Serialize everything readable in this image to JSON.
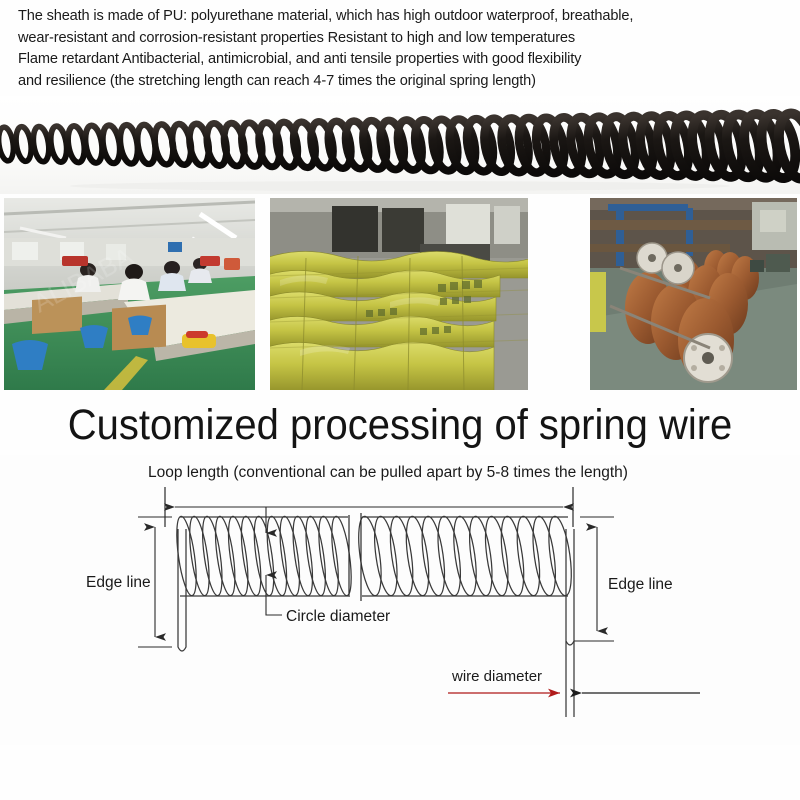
{
  "description": {
    "lines": [
      "The sheath is made of PU: polyurethane material, which has high outdoor waterproof, breathable,",
      "wear-resistant and corrosion-resistant properties Resistant to high and low temperatures",
      "Flame retardant Antibacterial, antimicrobial, and anti tensile properties with good flexibility",
      "and resilience (the stretching length can reach 4-7 times the original spring length)"
    ]
  },
  "hero_image": {
    "name": "coiled-spring-wire-photo",
    "alt": "Black PU coiled spring wire stretched horizontally",
    "wire_color": "#1a1613",
    "background_color": "#fbfbfa"
  },
  "photos": [
    {
      "name": "factory-workshop-photo",
      "alt": "Factory assembly workshop with workers at benches and green epoxy floor",
      "palette": {
        "floor": "#3f8a56",
        "ceiling": "#d8d9d4",
        "bench": "#e6e4dd",
        "stool": "#2f7ec4",
        "carton": "#b08a55"
      }
    },
    {
      "name": "raw-material-bags-photo",
      "alt": "Stacked yellow woven bags of raw polymer material in storage room",
      "palette": {
        "bag": "#c8c74b",
        "bag_shadow": "#9a9a32",
        "wall": "#8d8d88",
        "door": "#3a3a36"
      }
    },
    {
      "name": "copper-wire-spools-photo",
      "alt": "Rows of copper wire spools on reels in a warehouse",
      "palette": {
        "copper": "#9c5a33",
        "reel": "#d6d2c8",
        "floor": "#7d8c80",
        "beam": "#2f5f96"
      }
    }
  ],
  "section": {
    "title": "Customized processing of spring wire"
  },
  "diagram": {
    "name": "spring-wire-dimension-diagram",
    "labels": {
      "loop_length": "Loop length (conventional can be pulled apart by 5-8 times the length)",
      "edge_line_left": "Edge line",
      "edge_line_right": "Edge line",
      "circle_diameter": "Circle diameter",
      "wire_diameter": "wire diameter"
    },
    "colors": {
      "line": "#2a2a2a",
      "coil_stroke": "#3a3a3a",
      "highlight_arrow": "#b01a1a",
      "background": "#fdfdfd"
    },
    "coil": {
      "left_segment_loops": 13,
      "right_segment_loops": 13,
      "break_gap": true
    }
  }
}
